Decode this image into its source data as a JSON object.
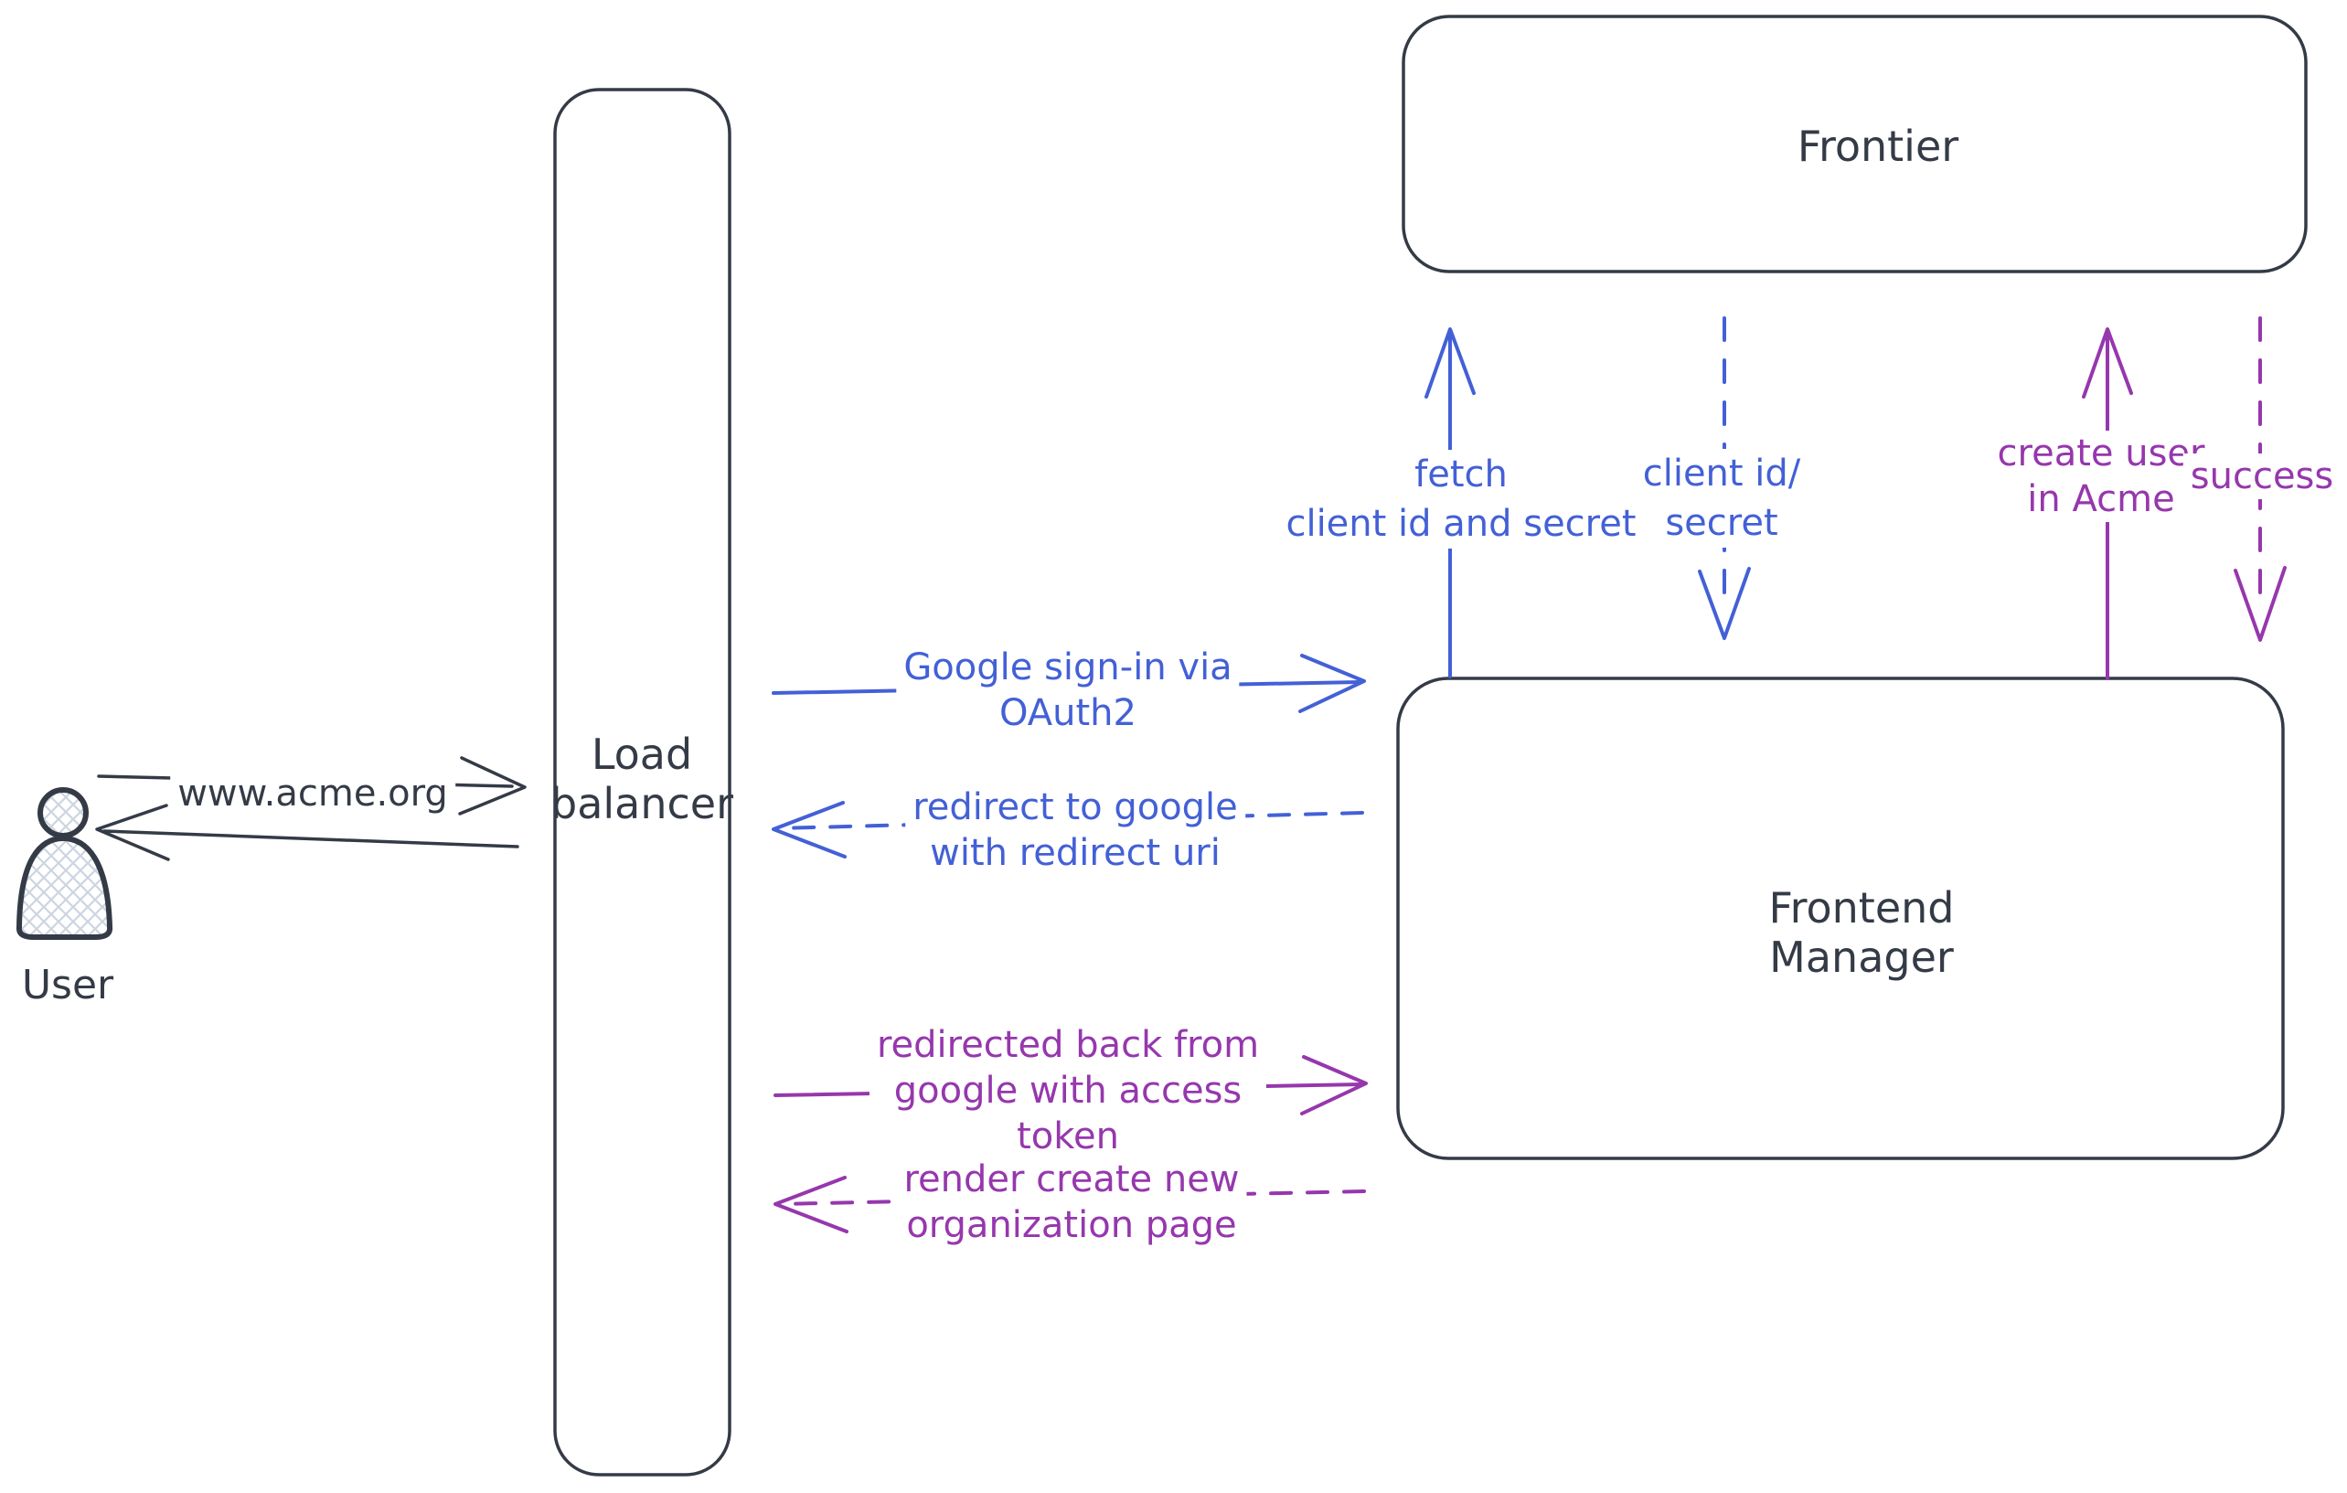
{
  "colors": {
    "ink": "#343b46",
    "blue": "#4360d6",
    "purple": "#9637ad",
    "hatch": "#ccd5e0",
    "bg": "#ffffff"
  },
  "nodes": {
    "user": {
      "label": "User"
    },
    "load_balancer": {
      "label": "Load\nbalancer"
    },
    "frontier": {
      "label": "Frontier"
    },
    "frontend_manager": {
      "label": "Frontend\nManager"
    }
  },
  "edges": {
    "www": {
      "label": "www.acme.org"
    },
    "google_signin": {
      "label": "Google sign-in via\nOAuth2"
    },
    "redirect_google": {
      "label": "redirect to google\nwith redirect uri"
    },
    "redirected_back": {
      "label": "redirected back from\ngoogle with access\ntoken"
    },
    "render_org_page": {
      "label": "render create new\norganization page"
    },
    "fetch_secret": {
      "label": "fetch\nclient id and secret"
    },
    "client_id_secret": {
      "label": "client id/\nsecret"
    },
    "create_user": {
      "label": "create user\nin Acme"
    },
    "success": {
      "label": "success"
    }
  }
}
